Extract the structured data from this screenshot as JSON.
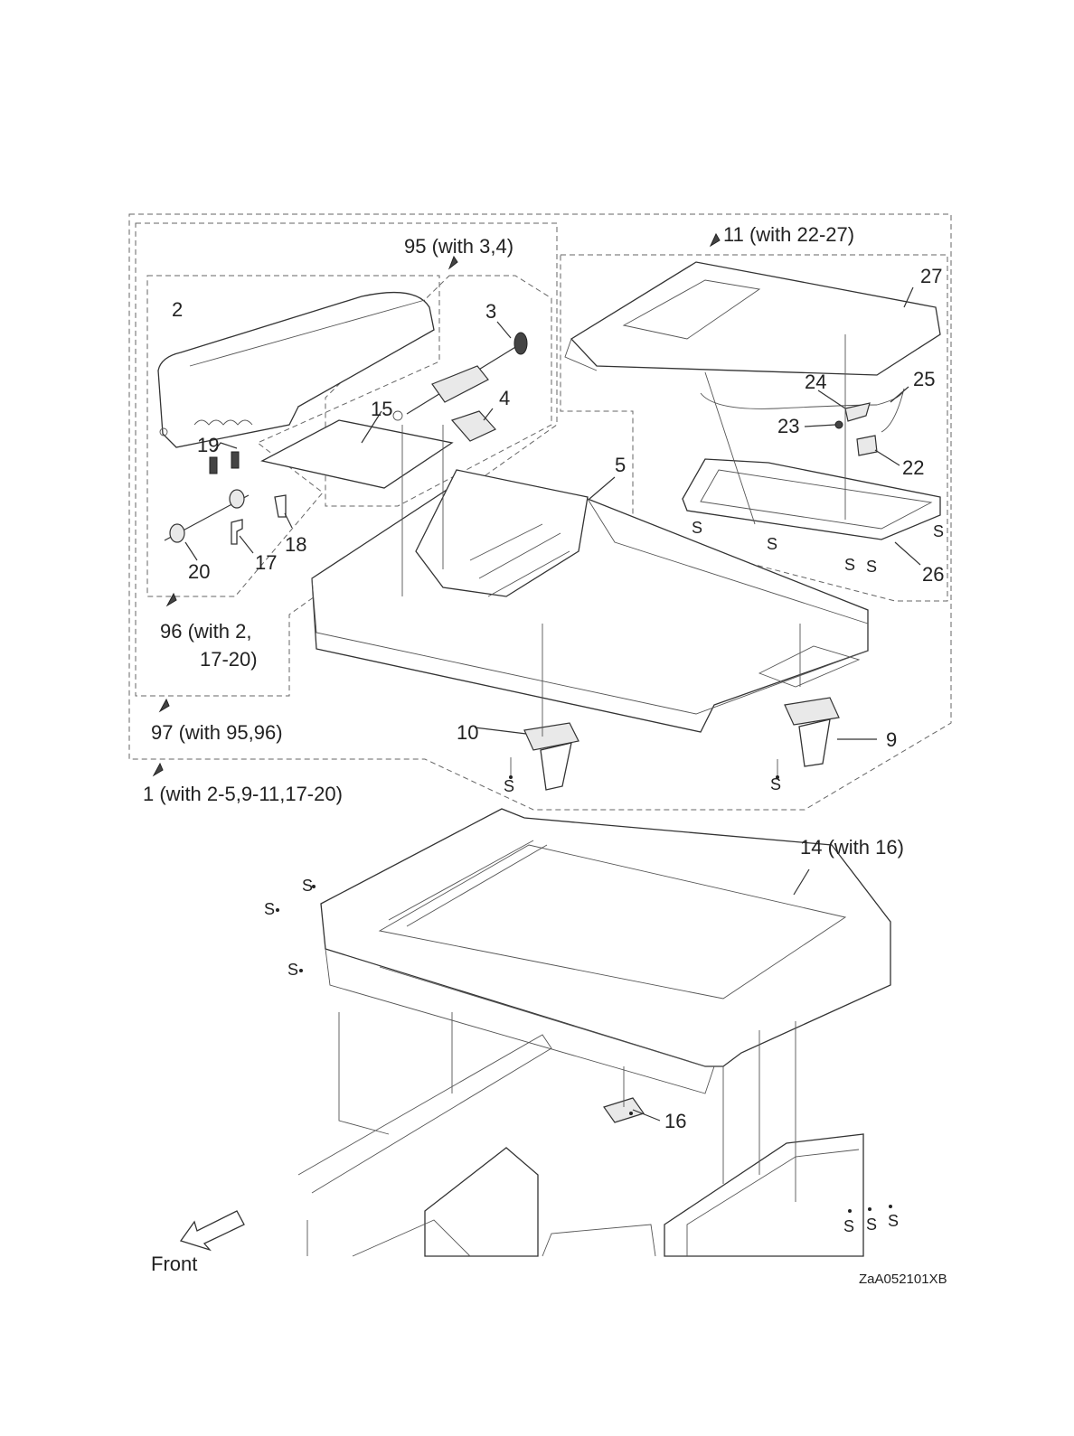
{
  "callouts": {
    "c95": "95 (with 3,4)",
    "c11": "11 (with 22-27)",
    "c27": "27",
    "c2": "2",
    "c3": "3",
    "c4": "4",
    "c15": "15",
    "c24": "24",
    "c25": "25",
    "c23": "23",
    "c22": "22",
    "c19": "19",
    "c5": "5",
    "c18": "18",
    "c17": "17",
    "c20": "20",
    "c26": "26",
    "c96a": "96 (with 2,",
    "c96b": "17-20)",
    "c97": "97 (with 95,96)",
    "c10": "10",
    "c9": "9",
    "c1": "1 (with 2-5,9-11,17-20)",
    "c14": "14 (with 16)",
    "c16": "16"
  },
  "screw_marker": "S",
  "front_label": "Front",
  "drawing_code": "ZaA052101XB"
}
